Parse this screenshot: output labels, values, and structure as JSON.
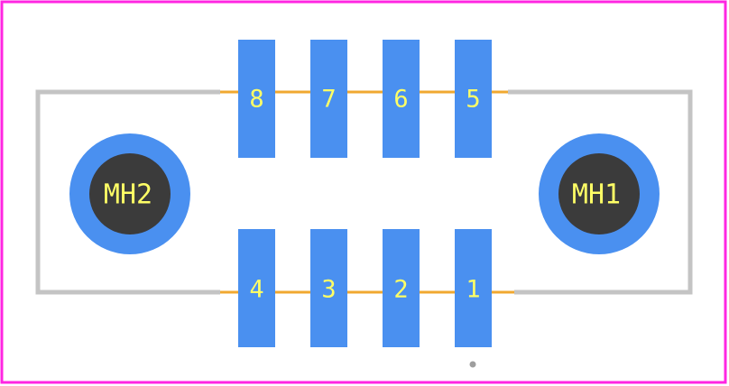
{
  "colors": {
    "board_outline": "#ff26e2",
    "silkscreen": "#c4c4c4",
    "pad": "#4a90f0",
    "hole_ring": "#4a90f0",
    "hole_drill": "#3b3b3b",
    "trace": "#f0a830",
    "label": "#ffff66",
    "origin_dot": "#9e9e9e"
  },
  "pads_top": [
    {
      "label": "8"
    },
    {
      "label": "7"
    },
    {
      "label": "6"
    },
    {
      "label": "5"
    }
  ],
  "pads_bottom": [
    {
      "label": "4"
    },
    {
      "label": "3"
    },
    {
      "label": "2"
    },
    {
      "label": "1"
    }
  ],
  "mounting_holes": [
    {
      "label": "MH2"
    },
    {
      "label": "MH1"
    }
  ]
}
